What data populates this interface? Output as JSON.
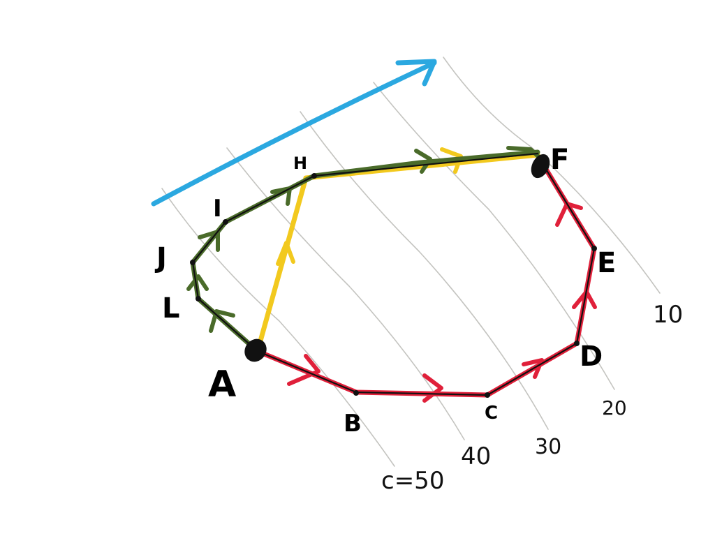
{
  "colors": {
    "blue_arrow": "#2ba8e0",
    "green_path": "#4a6b2a",
    "yellow_path": "#f2c91e",
    "red_path": "#e0203a",
    "black_outline": "#111111",
    "contour_gray": "#c4c4c0"
  },
  "nodes": {
    "A": "A",
    "B": "B",
    "C": "C",
    "D": "D",
    "E": "E",
    "F": "F",
    "H": "H",
    "I": "I",
    "J": "J",
    "L": "L"
  },
  "contour_labels": {
    "c10": "10",
    "c20": "20",
    "c30": "30",
    "c40": "40",
    "c50": "c=50"
  },
  "icons": {
    "gradient_arrow": "long-arrow-up-right-icon"
  }
}
